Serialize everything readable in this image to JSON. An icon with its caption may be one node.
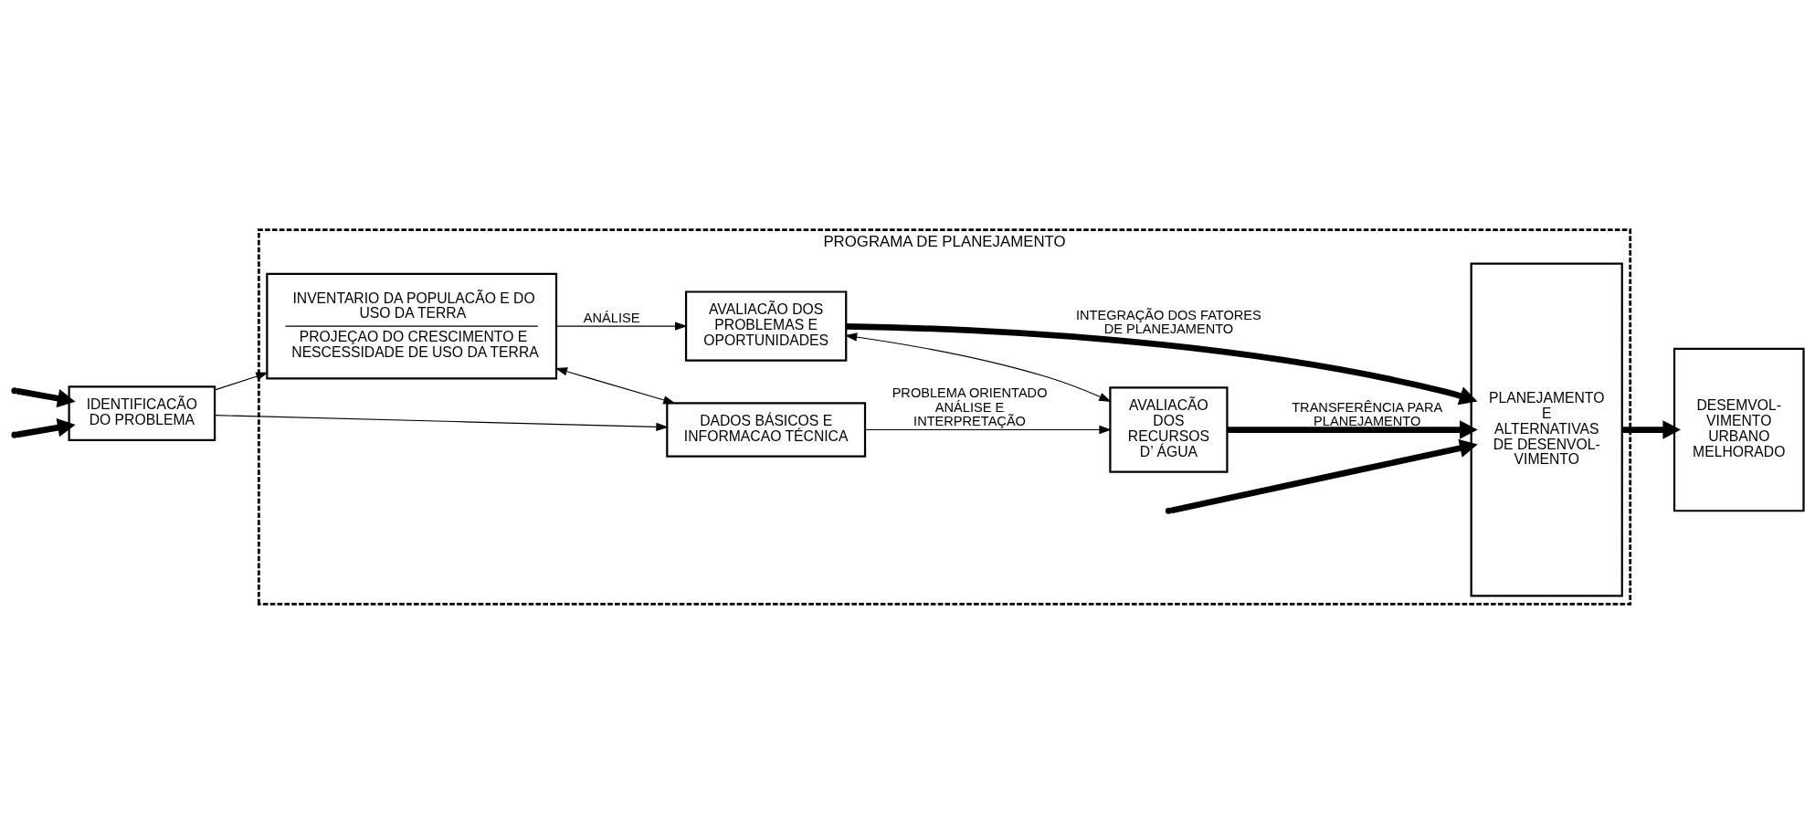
{
  "diagram": {
    "nodes": [
      {
        "text": [
          "PROGRAMA DE PLANEJAMENTO"
        ]
      },
      {
        "text": [
          "IDENTIFICACÃO DO PROBLEMA"
        ]
      },
      {
        "text": [
          "INVENTARIO DA POPULACÃO E DO USO DA TERRA",
          "PROJEÇAO DO CRESCIMENTO E NESCESSIDADE DE USO DA TERRA"
        ],
        "in": 0
      },
      {
        "text": [
          "AVALIACÃO DOS PROBLEMAS E OPORTUNIDADES"
        ],
        "in": 0
      },
      {
        "text": [
          "DADOS BÁSICOS E INFORMACAO TÉCNICA"
        ],
        "in": 0
      },
      {
        "text": [
          "AVALIACÃO DOS RECURSOS D’ ÁGUA"
        ],
        "in": 0
      },
      {
        "text": [
          "PLANEJAMENTO E ALTERNATIVAS DE DESENVOL- VIMENTO"
        ],
        "in": 0
      },
      {
        "text": [
          "DESEMVOL- VIMENTO URBANO MELHORADO"
        ]
      }
    ],
    "edges": [
      {
        "from": null,
        "to": 1,
        "arrow": "to",
        "style": "thick"
      },
      {
        "from": null,
        "to": 1,
        "arrow": "to",
        "style": "thick"
      },
      {
        "from": 1,
        "to": 2,
        "arrow": "to"
      },
      {
        "from": 1,
        "to": 4,
        "arrow": "to"
      },
      {
        "from": 2,
        "to": 3,
        "arrow": "to",
        "label": "ANÁLISE"
      },
      {
        "from": 4,
        "to": 5,
        "arrow": "to",
        "label": "PROBLEMA ORIENTADO ANÁLISE E INTERPRETAÇÃO"
      },
      {
        "from": 2,
        "to": 4,
        "arrow": "both"
      },
      {
        "from": 3,
        "to": 5,
        "arrow": "both"
      },
      {
        "from": 3,
        "to": 6,
        "arrow": "to",
        "style": "thick",
        "label": "INTEGRAÇÃO DOS FATORES DE PLANEJAMENTO"
      },
      {
        "from": null,
        "to": 6,
        "arrow": "to",
        "style": "thick"
      },
      {
        "from": 5,
        "to": 6,
        "arrow": "to",
        "style": "thick",
        "label": "TRANSFERÊNCIA PARA PLANEJAMENTO"
      },
      {
        "from": 6,
        "to": 7,
        "arrow": "to",
        "style": "thick"
      }
    ]
  }
}
